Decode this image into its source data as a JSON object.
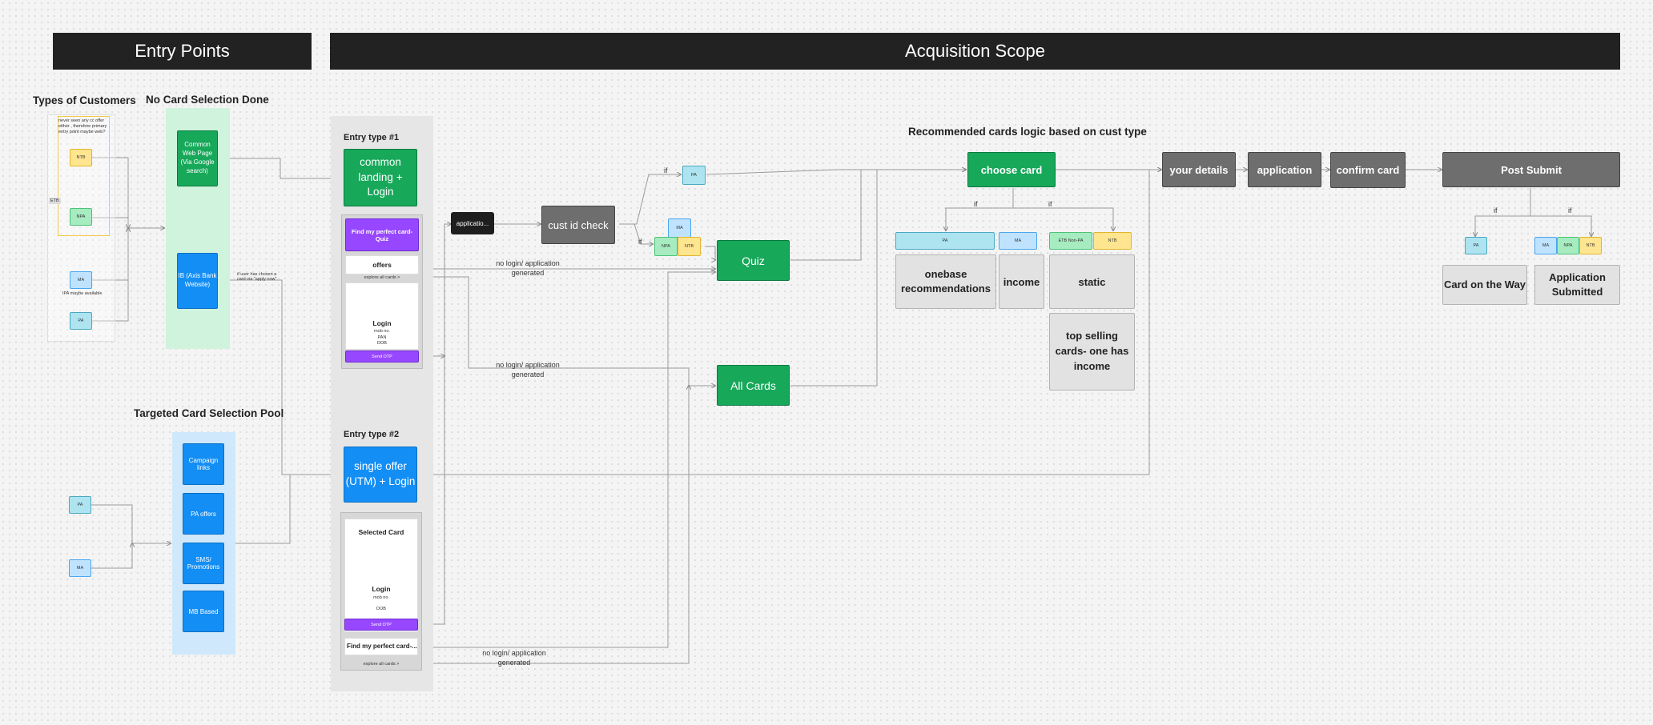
{
  "banners": {
    "entry_points": "Entry Points",
    "acquisition_scope": "Acquisition Scope"
  },
  "headings": {
    "types_of_customers": "Types of Customers",
    "no_card_selection": "No Card Selection Done",
    "targeted_pool": "Targeted Card Selection Pool",
    "reco_logic": "Recommended cards logic based on cust type",
    "entry_type_1": "Entry type #1",
    "entry_type_2": "Entry type #2"
  },
  "customers": {
    "note": "never seen any cc offer either , therefore primary entry point maybe web?",
    "etb_label": "ETB",
    "ntb": "NTB",
    "npa": "NPA",
    "ma": "MA",
    "ma_note": "IPA maybe available",
    "pa": "PA"
  },
  "no_card_nodes": {
    "common_web": "Common Web Page (Via Google search)",
    "ib_axis": "IB (Axis Bank Website)",
    "ib_note": "if user has chosen a card via \"apply now\""
  },
  "targeted": {
    "campaign": "Campaign links",
    "pa_offers": "PA offers",
    "sms": "SMS/ Promotions",
    "mb_based": "MB Based",
    "pa_chip": "PA",
    "ma_chip": "MA"
  },
  "entry1": {
    "main": "common landing + Login",
    "find_card": "Find my perfect card- Quiz",
    "offers": "offers",
    "explore": "explore all cards >",
    "login": "Login",
    "mob": "mob no.",
    "pan": "PAN",
    "dob": "DOB",
    "send_otp": "Send OTP"
  },
  "entry2": {
    "main": "single offer (UTM) + Login",
    "selected_card": "Selected Card",
    "login": "Login",
    "mob": "mob no.",
    "dob": "DOB",
    "send_otp": "Send OTP",
    "find_card": "Find my perfect card-...",
    "explore": "explore all cards >"
  },
  "flow": {
    "application_pill": "applicatio...",
    "cust_id_check": "cust id check",
    "if1": "if",
    "if2": "if",
    "pa": "PA",
    "ma": "MA",
    "npa": "NPA",
    "ntb": "NTB",
    "quiz": "Quiz",
    "all_cards": "All Cards",
    "no_login_1": "no login/ application generated",
    "no_login_2": "no login/ application generated",
    "no_login_3": "no login/ application generated"
  },
  "reco": {
    "choose_card": "choose card",
    "if_left": "if",
    "if_right": "if",
    "pa_bar": "PA",
    "ma_chip": "MA",
    "etb_non_pa": "ETB Non-PA",
    "ntb_chip": "NTB",
    "onebase": "onebase recommendations",
    "income": "income",
    "static": "static",
    "top_selling": "top selling cards- one has income"
  },
  "post": {
    "your_details": "your details",
    "application": "application",
    "confirm_card": "confirm card",
    "post_submit": "Post Submit",
    "if_left": "if",
    "if_right": "if",
    "pa": "PA",
    "ma": "MA",
    "npa": "NPA",
    "ntb": "NTB",
    "card_on_way": "Card on the Way",
    "app_submitted": "Application Submitted"
  },
  "colors": {
    "green": "#17a85a",
    "blue": "#138ef5",
    "purple": "#9747ff",
    "dark_gray": "#6e6e6e",
    "banner": "#222222"
  }
}
